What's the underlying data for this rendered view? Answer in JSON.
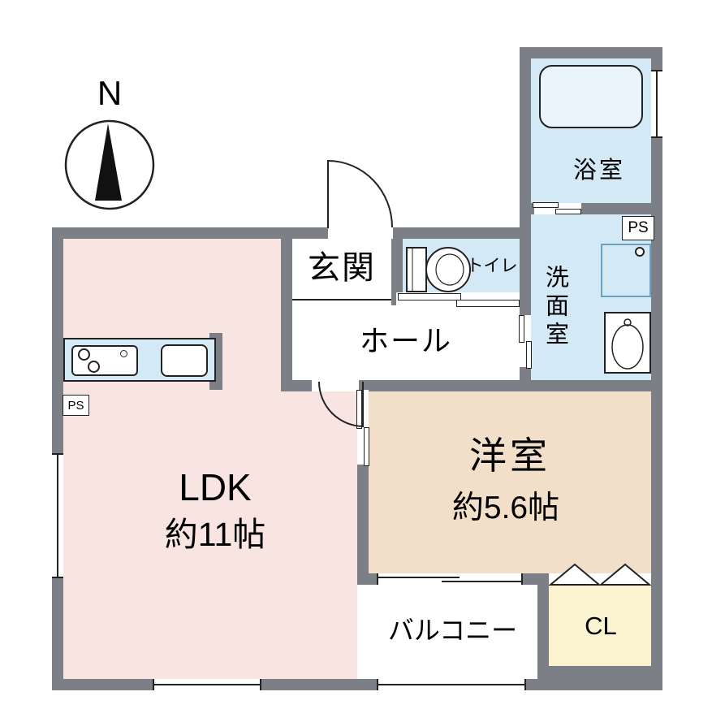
{
  "compass": {
    "label": "N"
  },
  "rooms": {
    "ldk": {
      "name": "LDK",
      "size": "約11帖"
    },
    "western": {
      "name": "洋室",
      "size": "約5.6帖"
    },
    "genkan": {
      "name": "玄関"
    },
    "hall": {
      "name": "ホール"
    },
    "toilet": {
      "name": "トイレ"
    },
    "bath": {
      "name": "浴室"
    },
    "washroom": {
      "name": "洗面室"
    },
    "balcony": {
      "name": "バルコニー"
    },
    "closet": {
      "name": "CL"
    },
    "ps_top": {
      "name": "PS"
    },
    "ps_left": {
      "name": "PS"
    }
  },
  "colors": {
    "wall": "#7c8086",
    "ldk_fill": "#f8e5e2",
    "western_fill": "#f1dfc9",
    "wet_fill": "#d3e9f6",
    "closet_fill": "#fbf3cf",
    "outline": "#222222"
  }
}
